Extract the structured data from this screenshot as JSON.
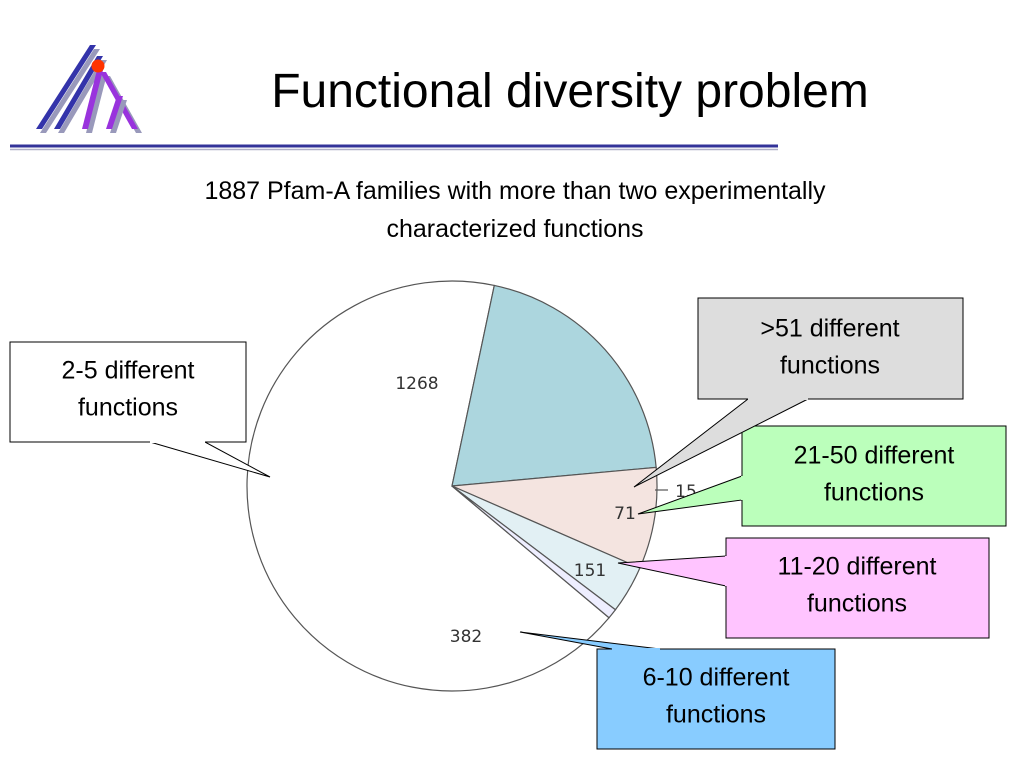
{
  "slide": {
    "title": "Functional diversity problem",
    "subtitle_lines": [
      "1887 Pfam-A families with more than two experimentally",
      "characterized functions"
    ],
    "logo_icon": "phylogenetic-tree-logo",
    "colors": {
      "logo_blue": "#3333aa",
      "logo_purple": "#9933dd",
      "logo_dot": "#ff3300",
      "rule": "#333399"
    }
  },
  "chart_data": {
    "type": "pie",
    "title": "",
    "slices": [
      {
        "value": 1268,
        "label": "1268",
        "color": "#ffffff",
        "callout": [
          "2-5 different",
          "functions"
        ],
        "callout_color": "#ffffff"
      },
      {
        "value": 382,
        "label": "382",
        "color": "#acd6de",
        "callout": [
          "6-10 different",
          "functions"
        ],
        "callout_color": "#88ccff"
      },
      {
        "value": 151,
        "label": "151",
        "color": "#f4e4e0",
        "callout": [
          "11-20 different",
          "functions"
        ],
        "callout_color": "#ffc4ff"
      },
      {
        "value": 71,
        "label": "71",
        "color": "#e2f0f4",
        "callout": [
          "21-50 different",
          "functions"
        ],
        "callout_color": "#bbffbb"
      },
      {
        "value": 15,
        "label": "15",
        "color": "#eeeeff",
        "callout": [
          ">51 different",
          "functions"
        ],
        "callout_color": "#dddddd"
      }
    ]
  }
}
